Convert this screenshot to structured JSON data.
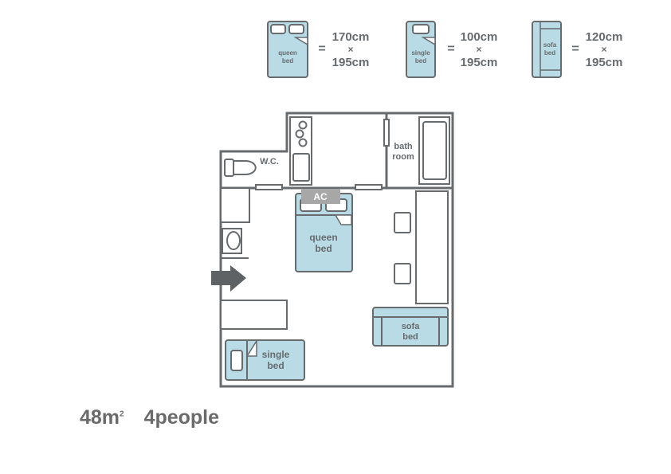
{
  "legend": [
    {
      "label_line1": "queen",
      "label_line2": "bed",
      "equals": "=",
      "width": "170cm",
      "times": "×",
      "length": "195cm"
    },
    {
      "label_line1": "single",
      "label_line2": "bed",
      "equals": "=",
      "width": "100cm",
      "times": "×",
      "length": "195cm"
    },
    {
      "label_line1": "sofa",
      "label_line2": "bed",
      "equals": "=",
      "width": "120cm",
      "times": "×",
      "length": "195cm"
    }
  ],
  "plan": {
    "wc": "W.C.",
    "bath_line1": "bath",
    "bath_line2": "room",
    "ac": "AC",
    "queen_line1": "queen",
    "queen_line2": "bed",
    "single_line1": "single",
    "single_line2": "bed",
    "sofa_line1": "sofa",
    "sofa_line2": "bed"
  },
  "footer": {
    "area": "48m",
    "area_sup": "2",
    "capacity": "4people"
  }
}
